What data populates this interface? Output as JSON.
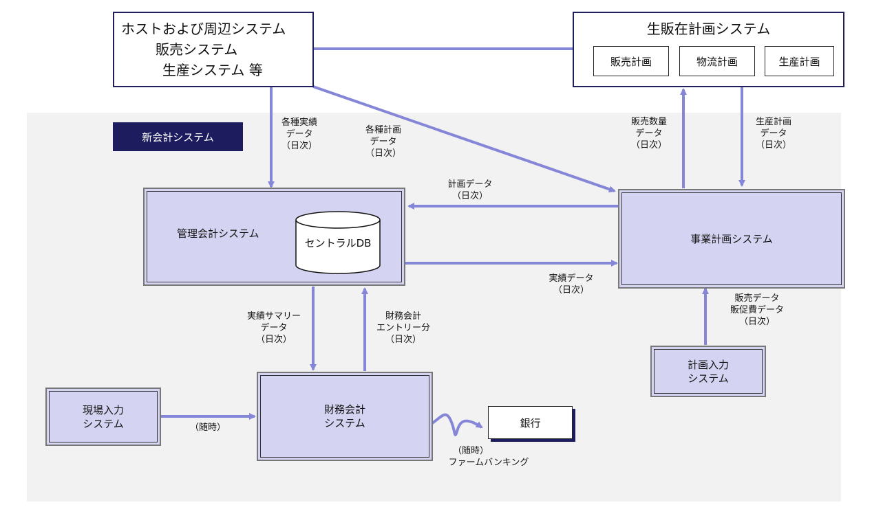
{
  "host_system": {
    "lines": [
      "ホストおよび周辺システム",
      "販売システム",
      "生産システム 等"
    ]
  },
  "planning_system": {
    "title": "生販在計画システム",
    "items": [
      "販売計画",
      "物流計画",
      "生産計画"
    ]
  },
  "badge": "新会計システム",
  "management_accounting": {
    "label": "管理会計システム",
    "db": "セントラルDB"
  },
  "business_planning": {
    "label": "事業計画システム"
  },
  "financial_accounting": {
    "lines": [
      "財務会計",
      "システム"
    ]
  },
  "field_input": {
    "lines": [
      "現場入力",
      "システム"
    ]
  },
  "plan_input": {
    "lines": [
      "計画入力",
      "システム"
    ]
  },
  "bank": {
    "label": "銀行"
  },
  "flows": {
    "actuals": [
      "各種実績",
      "データ",
      "（日次）"
    ],
    "plans": [
      "各種計画",
      "データ",
      "（日次）"
    ],
    "sales_qty": [
      "販売数量",
      "データ",
      "（日次）"
    ],
    "prod_plan": [
      "生産計画",
      "データ",
      "（日次）"
    ],
    "plan_data": [
      "計画データ",
      "（日次）"
    ],
    "actual_data": [
      "実績データ",
      "（日次）"
    ],
    "summary": [
      "実績サマリー",
      "データ",
      "（日次）"
    ],
    "entry": [
      "財務会計",
      "エントリー分",
      "（日次）"
    ],
    "sales_data": [
      "販売データ",
      "販促費データ",
      "（日次）"
    ],
    "field_timing": "（随時）",
    "banking": [
      "（随時）",
      "ファームバンキング"
    ]
  },
  "colors": {
    "arrow": "#8686d8",
    "system_fill": "#d4d4f2",
    "badge": "#1c1c5e",
    "background": "#f2f2f2"
  }
}
